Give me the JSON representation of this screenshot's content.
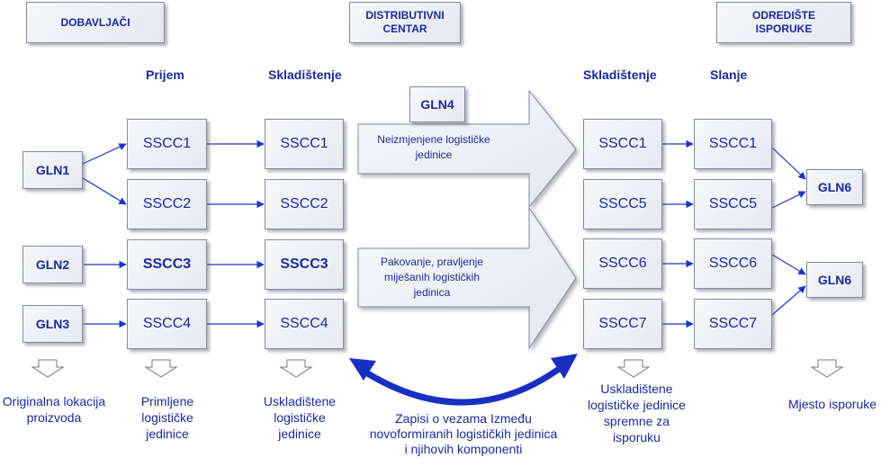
{
  "headers": {
    "suppliers": "DOBAVLJAČI",
    "distribution_center": "DISTRIBUTIVNI CENTAR",
    "destination": "ODREDIŠTE ISPORUKE"
  },
  "column_labels": {
    "receiving": "Prijem",
    "storage_left": "Skladištenje",
    "storage_right": "Skladištenje",
    "shipping": "Slanje"
  },
  "nodes": {
    "gln1": "GLN1",
    "gln2": "GLN2",
    "gln3": "GLN3",
    "gln4": "GLN4",
    "gln6_top": "GLN6",
    "gln6_bottom": "GLN6",
    "recv_sscc1": "SSCC1",
    "recv_sscc2": "SSCC2",
    "recv_sscc3": "SSCC3",
    "recv_sscc4": "SSCC4",
    "stor_sscc1": "SSCC1",
    "stor_sscc2": "SSCC2",
    "stor_sscc3": "SSCC3",
    "stor_sscc4": "SSCC4",
    "rstor_sscc1": "SSCC1",
    "rstor_sscc5": "SSCC5",
    "rstor_sscc6": "SSCC6",
    "rstor_sscc7": "SSCC7",
    "ship_sscc1": "SSCC1",
    "ship_sscc5": "SSCC5",
    "ship_sscc6": "SSCC6",
    "ship_sscc7": "SSCC7"
  },
  "flow_arrows": {
    "unchanged": "Neizmjenjene logističke jedinice",
    "packing": "Pakovanje, pravljenje miješanih logističkih jedinica"
  },
  "captions": {
    "origin": "Originalna lokacija proizvoda",
    "received": "Primljene logističke jedinice",
    "stored": "Uskladištene logističke jedinice",
    "ready": "Uskladištene logističke jedinice spremne za isporuku",
    "delivery": "Mjesto isporuke"
  },
  "relation_note": "Zapisi o vezama Između novoformiranih logističkih jedinica i njihovih komponenti",
  "colors": {
    "text": "#1a2a9a",
    "connector": "#1f35c8",
    "curved_arrow": "#1830c0"
  }
}
